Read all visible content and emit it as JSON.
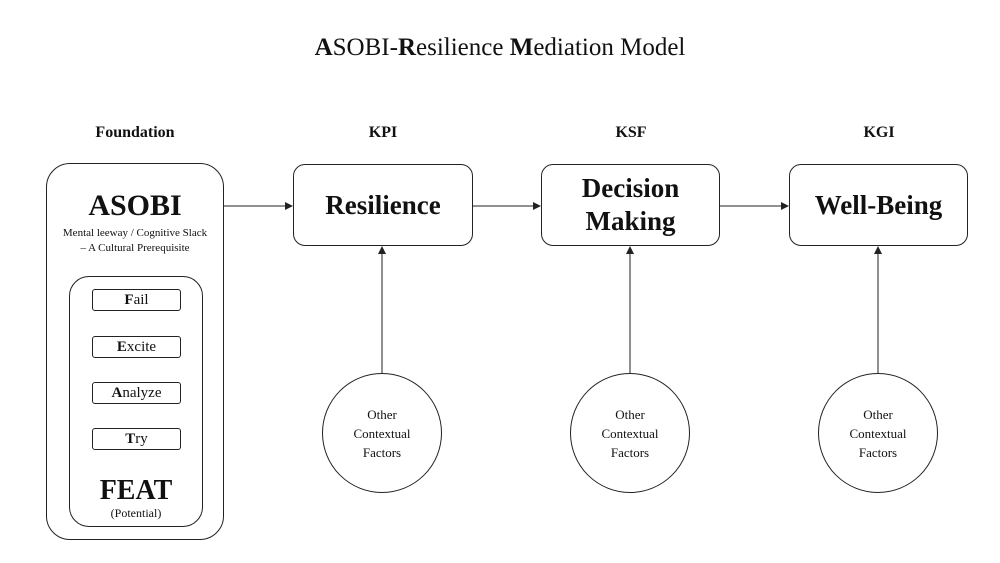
{
  "title": {
    "segments": [
      {
        "text": "A",
        "bold": true
      },
      {
        "text": "SOBI-",
        "bold": false
      },
      {
        "text": "R",
        "bold": true
      },
      {
        "text": "esilience ",
        "bold": false
      },
      {
        "text": "M",
        "bold": true
      },
      {
        "text": "ediation Model",
        "bold": false
      }
    ]
  },
  "stages": {
    "foundation": "Foundation",
    "kpi": "KPI",
    "ksf": "KSF",
    "kgi": "KGI"
  },
  "asobi": {
    "title": "ASOBI",
    "subtitle_line1": "Mental leeway / Cognitive Slack",
    "subtitle_line2": "– A Cultural Prerequisite"
  },
  "feat": {
    "items": [
      {
        "initial": "F",
        "rest": "ail"
      },
      {
        "initial": "E",
        "rest": "xcite"
      },
      {
        "initial": "A",
        "rest": "nalyze"
      },
      {
        "initial": "T",
        "rest": "ry"
      }
    ],
    "title": "FEAT",
    "subtitle": "(Potential)"
  },
  "nodes": {
    "resilience": "Resilience",
    "decision_line1": "Decision",
    "decision_line2": "Making",
    "wellbeing": "Well-Being"
  },
  "factors": {
    "line1": "Other",
    "line2": "Contextual",
    "line3": "Factors"
  }
}
